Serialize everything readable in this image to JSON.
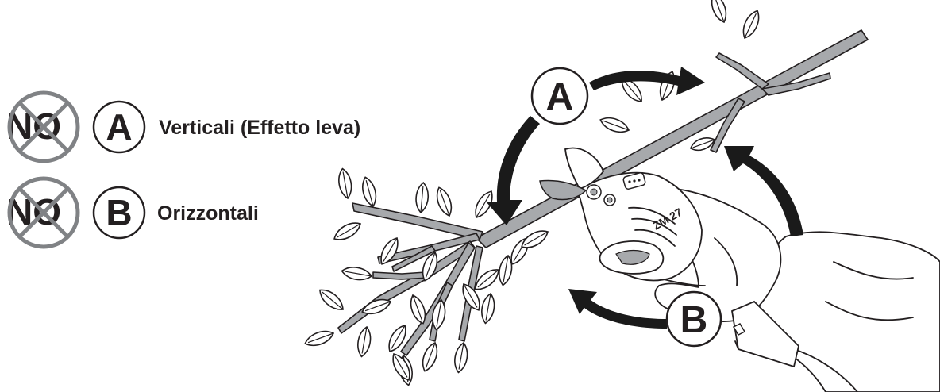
{
  "legend": {
    "no_label": "NO",
    "items": [
      {
        "letter": "A",
        "text": "Verticali (Effetto leva)"
      },
      {
        "letter": "B",
        "text": "Orizzontali"
      }
    ]
  },
  "diagram": {
    "label_a": "A",
    "label_b": "B",
    "tool_model": "ZM 27"
  },
  "colors": {
    "ink": "#231f20",
    "branch_gray": "#a7a9ac",
    "cross_gray": "#808285",
    "arrow": "#1a1a1a"
  },
  "icons": [
    "prohibited-cross-icon",
    "curved-arrow-icon",
    "leaf-icon",
    "pruning-shears-icon"
  ]
}
